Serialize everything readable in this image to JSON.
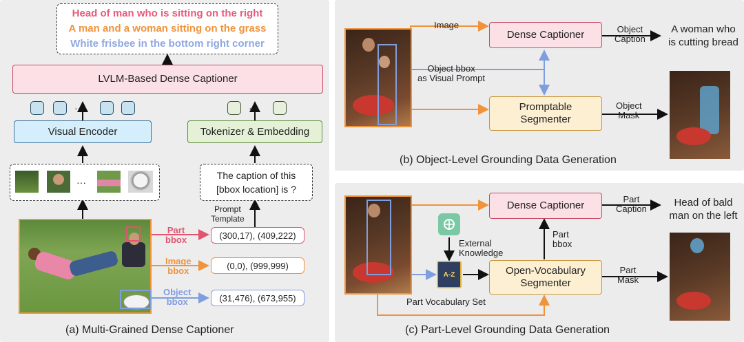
{
  "panel_a": {
    "captions": [
      {
        "text": "Head of man who is sitting on the right",
        "color": "#e85a7a"
      },
      {
        "text": "A man and a woman sitting on the grass",
        "color": "#f0933a"
      },
      {
        "text": "White frisbee in the bottom right corner",
        "color": "#8fa8e0"
      }
    ],
    "captioner": "LVLM-Based Dense Captioner",
    "ellipsis_left": "···",
    "ellipsis_right": "···",
    "ellipsis_crops": "···",
    "visual_encoder": "Visual Encoder",
    "tokenizer": "Tokenizer & Embedding",
    "prompt_text": "The caption of this [bbox location] is ?",
    "prompt_template": "Prompt\nTemplate",
    "regions": [
      {
        "label": "Part\nbbox",
        "coords": "(300,17), (409,222)",
        "color": "#e0556f"
      },
      {
        "label": "Image\nbbox",
        "coords": "(0,0), (999,999)",
        "color": "#f0933a"
      },
      {
        "label": "Object\nbbox",
        "coords": "(31,476), (673,955)",
        "color": "#7f9ee0"
      }
    ],
    "title": "(a) Multi-Grained Dense Captioner"
  },
  "panel_b": {
    "image_label": "Image",
    "dense_captioner": "Dense Captioner",
    "object_caption_label": "Object\nCaption",
    "output_caption": "A woman who\nis cutting bread",
    "object_bbox_label": "Object bbox\nas Visual Prompt",
    "segmenter": "Promptable\nSegmenter",
    "object_mask_label": "Object\nMask",
    "title": "(b) Object-Level Grounding Data Generation"
  },
  "panel_c": {
    "dense_captioner": "Dense Captioner",
    "part_caption_label": "Part\nCaption",
    "output_caption": "Head of bald\nman on the left",
    "external_knowledge": "External\nKnowledge",
    "part_bbox_label": "Part\nbbox",
    "segmenter": "Open-Vocabulary\nSegmenter",
    "part_mask_label": "Part\nMask",
    "vocab_label": "Part Vocabulary Set",
    "book_text": "A-Z",
    "title": "(c) Part-Level Grounding Data Generation"
  },
  "colors": {
    "pink": "#e0556f",
    "orange": "#f0933a",
    "blue": "#7f9ee0"
  }
}
